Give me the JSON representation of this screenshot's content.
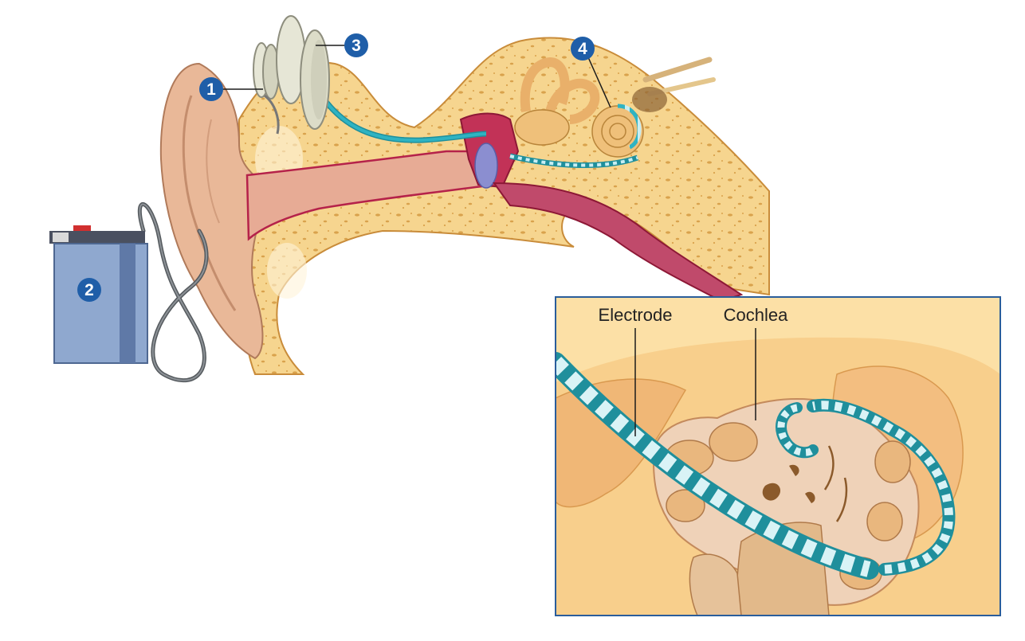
{
  "callouts": {
    "c1": "1",
    "c2": "2",
    "c3": "3",
    "c4": "4"
  },
  "inset": {
    "electrode_label": "Electrode",
    "cochlea_label": "Cochlea"
  },
  "colors": {
    "callout_fill": "#1f5ea8",
    "bone": "#f6d58f",
    "skin": "#e9b898",
    "canal_red": "#b5224a",
    "electrode_teal": "#2fb3c2",
    "inset_border": "#2a5d9b",
    "battery_blue": "#8fa8cf"
  }
}
